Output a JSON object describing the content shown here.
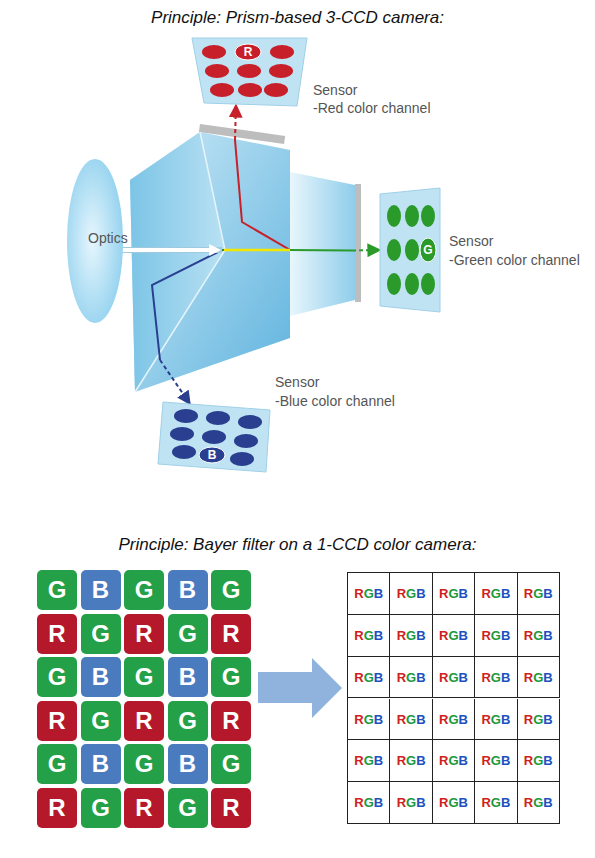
{
  "diagram": {
    "title": "Principle: Prism-based 3-CCD camera:",
    "nodes": [
      {
        "text": [
          "Optics"
        ]
      },
      {
        "text": [
          "R",
          "Sensor",
          "-Red color channel"
        ]
      },
      {
        "text": [
          "G",
          "Sensor",
          "-Green color channel"
        ]
      },
      {
        "text": [
          "B",
          "Sensor",
          "-Blue color channel"
        ]
      }
    ],
    "edges": [
      {
        "from": 0,
        "to": 1,
        "arrow": "to"
      },
      {
        "from": 0,
        "to": 2,
        "arrow": "to"
      },
      {
        "from": 0,
        "to": 3,
        "arrow": "to"
      }
    ],
    "labels": [
      "Principle: Bayer filter on a 1-CCD color camera:",
      "G",
      "B",
      "G",
      "B",
      "G",
      "R",
      "G",
      "R",
      "G",
      "R",
      "G",
      "B",
      "G",
      "B",
      "G",
      "R",
      "G",
      "R",
      "G",
      "R",
      "G",
      "B",
      "G",
      "B",
      "G",
      "R",
      "G",
      "R",
      "G",
      "R",
      "RGB",
      "RGB",
      "RGB",
      "RGB",
      "RGB",
      "RGB",
      "RGB",
      "RGB",
      "RGB",
      "RGB",
      "RGB",
      "RGB",
      "RGB",
      "RGB",
      "RGB",
      "RGB",
      "RGB",
      "RGB",
      "RGB",
      "RGB",
      "RGB",
      "RGB",
      "RGB",
      "RGB",
      "RGB",
      "RGB",
      "RGB",
      "RGB",
      "RGB",
      "RGB"
    ]
  }
}
